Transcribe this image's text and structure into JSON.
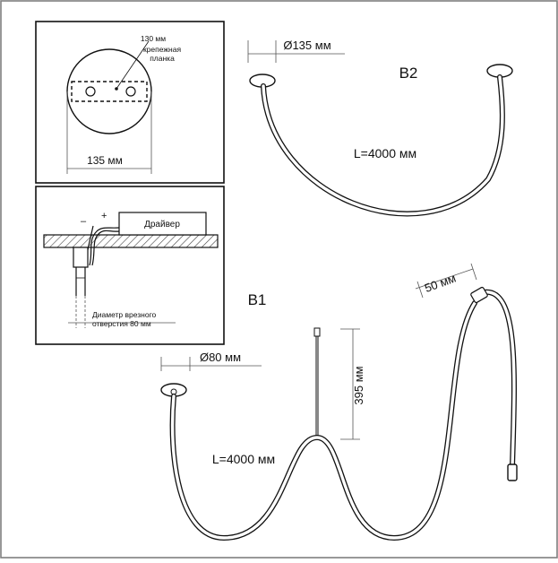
{
  "labels": {
    "mount_plate_size": "130 мм",
    "mount_plate_line1": "крепежная",
    "mount_plate_line2": "планка",
    "canopy_width": "135 мм",
    "driver": "Драйвер",
    "minus": "–",
    "plus": "+",
    "hole_line1": "Диаметр врезного",
    "hole_line2": "отверстия 80 мм",
    "b2_diameter": "Ø135 мм",
    "b2_title": "B2",
    "b2_length": "L=4000 мм",
    "b1_title": "B1",
    "b1_diameter": "Ø80 мм",
    "b1_length": "L=4000 мм",
    "b1_height": "395 мм",
    "b1_end": "50 мм"
  },
  "colors": {
    "line": "#111111",
    "hatch": "#444444",
    "frame": "#7f7f7f",
    "fill_light": "#ececec"
  }
}
